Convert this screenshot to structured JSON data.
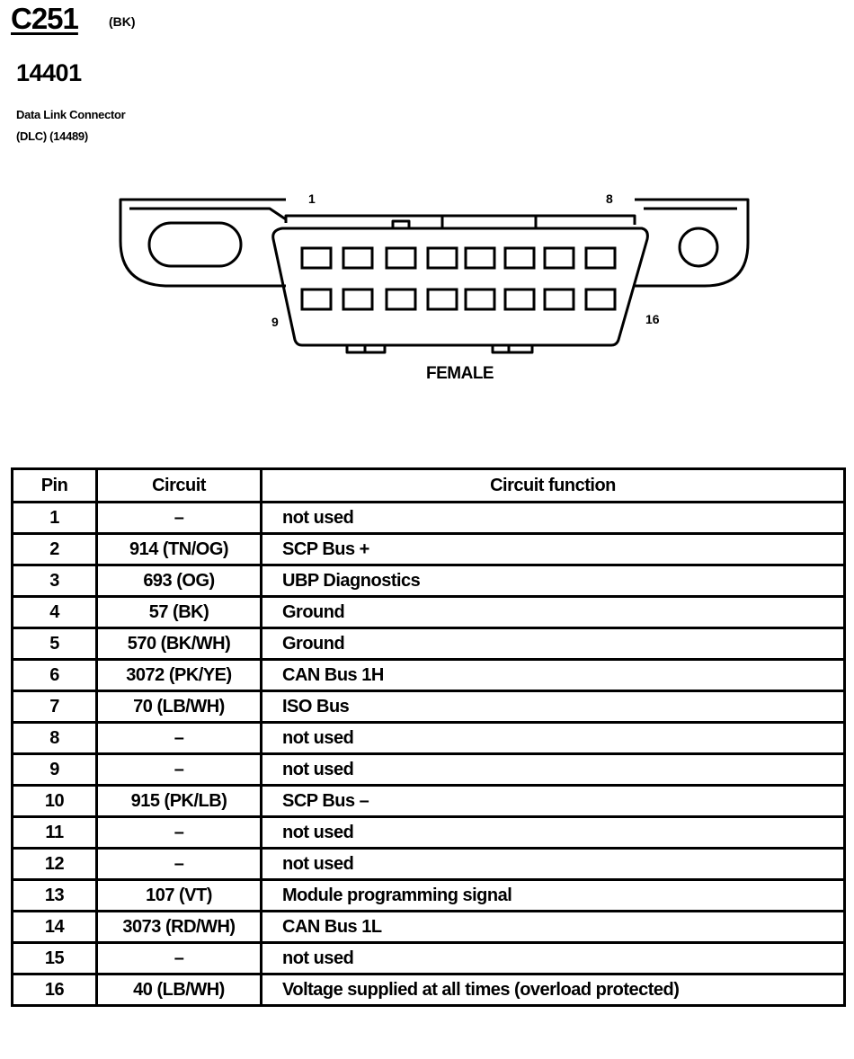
{
  "header": {
    "connector_id": "C251",
    "color_code": "(BK)",
    "part_number": "14401",
    "description_line1": "Data Link Connector",
    "description_line2": "(DLC) (14489)"
  },
  "diagram": {
    "pin_labels": {
      "top_left": "1",
      "top_right": "8",
      "bottom_left": "9",
      "bottom_right": "16"
    },
    "gender_label": "FEMALE"
  },
  "table": {
    "headers": {
      "pin": "Pin",
      "circuit": "Circuit",
      "function": "Circuit function"
    },
    "rows": [
      {
        "pin": "1",
        "circuit": "–",
        "function": "not used"
      },
      {
        "pin": "2",
        "circuit": "914 (TN/OG)",
        "function": "SCP Bus +"
      },
      {
        "pin": "3",
        "circuit": "693 (OG)",
        "function": "UBP Diagnostics"
      },
      {
        "pin": "4",
        "circuit": "57 (BK)",
        "function": "Ground"
      },
      {
        "pin": "5",
        "circuit": "570 (BK/WH)",
        "function": "Ground"
      },
      {
        "pin": "6",
        "circuit": "3072 (PK/YE)",
        "function": "CAN Bus 1H"
      },
      {
        "pin": "7",
        "circuit": "70 (LB/WH)",
        "function": "ISO Bus"
      },
      {
        "pin": "8",
        "circuit": "–",
        "function": "not used"
      },
      {
        "pin": "9",
        "circuit": "–",
        "function": "not used"
      },
      {
        "pin": "10",
        "circuit": "915 (PK/LB)",
        "function": "SCP Bus –"
      },
      {
        "pin": "11",
        "circuit": "–",
        "function": "not used"
      },
      {
        "pin": "12",
        "circuit": "–",
        "function": "not used"
      },
      {
        "pin": "13",
        "circuit": "107 (VT)",
        "function": "Module programming signal"
      },
      {
        "pin": "14",
        "circuit": "3073 (RD/WH)",
        "function": "CAN Bus 1L"
      },
      {
        "pin": "15",
        "circuit": "–",
        "function": "not used"
      },
      {
        "pin": "16",
        "circuit": "40 (LB/WH)",
        "function": "Voltage supplied at all times (overload protected)"
      }
    ]
  }
}
